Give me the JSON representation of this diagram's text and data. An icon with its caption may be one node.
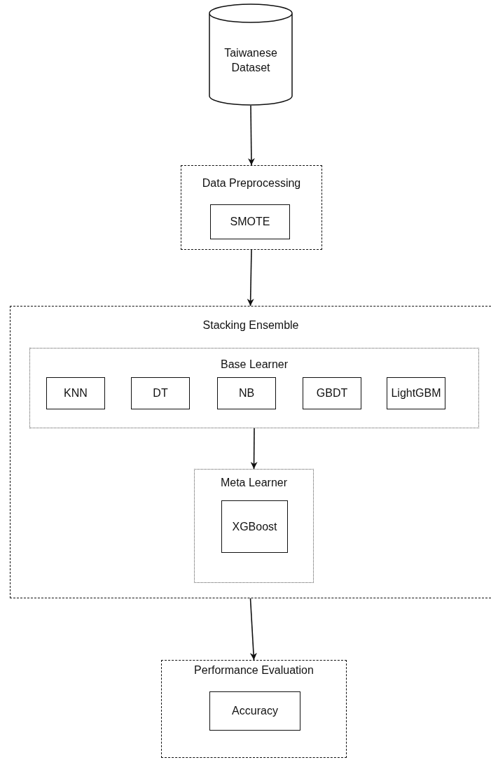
{
  "diagram": {
    "nodes": [
      {
        "text": [
          "Taiwanese Dataset"
        ]
      },
      {
        "text": [
          "Data Preprocessing"
        ]
      },
      {
        "text": [
          "SMOTE"
        ],
        "in": 1
      },
      {
        "text": [
          "Stacking Ensemble"
        ]
      },
      {
        "text": [
          "Base Learner"
        ],
        "in": 3
      },
      {
        "text": [
          "KNN"
        ],
        "in": 4
      },
      {
        "text": [
          "DT"
        ],
        "in": 4
      },
      {
        "text": [
          "NB"
        ],
        "in": 4
      },
      {
        "text": [
          "GBDT"
        ],
        "in": 4
      },
      {
        "text": [
          "LightGBM"
        ],
        "in": 4
      },
      {
        "text": [
          "Meta Learner"
        ],
        "in": 3
      },
      {
        "text": [
          "XGBoost"
        ],
        "in": 10
      },
      {
        "text": [
          "Performance Evaluation"
        ]
      },
      {
        "text": [
          "Accuracy"
        ],
        "in": 12
      }
    ],
    "edges": [
      {
        "from": 0,
        "to": 1,
        "arrow": "to"
      },
      {
        "from": 1,
        "to": 3,
        "arrow": "to"
      },
      {
        "from": 4,
        "to": 10,
        "arrow": "to"
      },
      {
        "from": 3,
        "to": 12,
        "arrow": "to"
      }
    ]
  }
}
